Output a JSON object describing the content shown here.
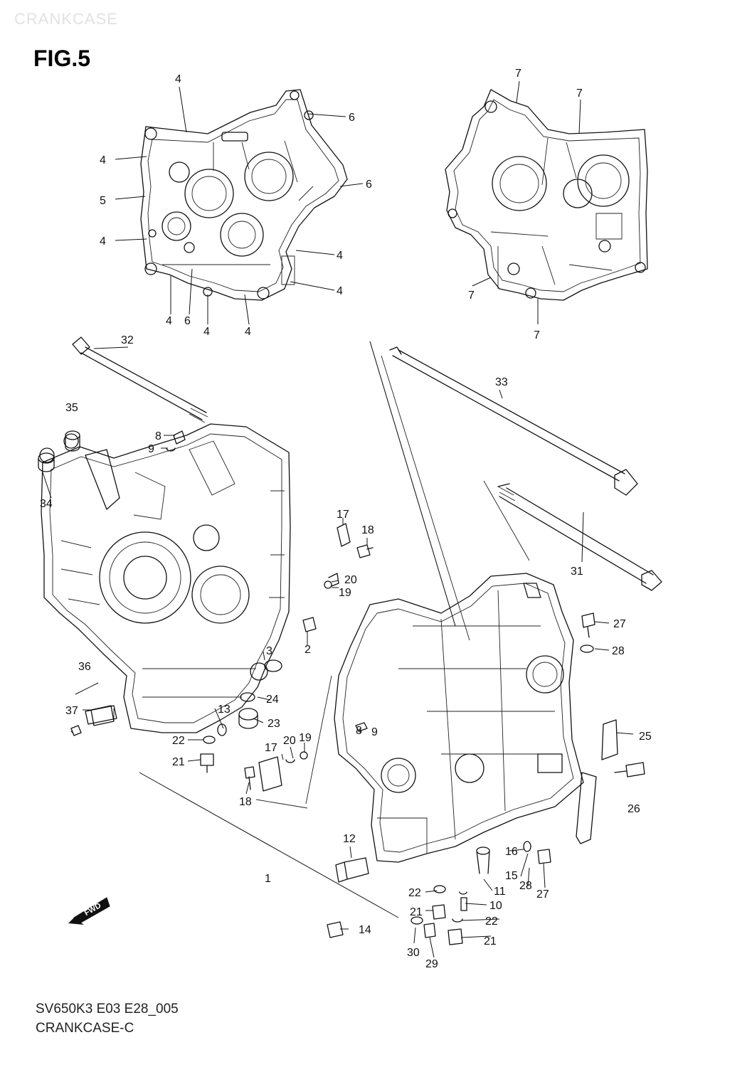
{
  "header": {
    "watermark": "CRANKCASE",
    "figure_label": "FIG.5"
  },
  "footer": {
    "code": "SV650K3 E03 E28_005",
    "title": "CRANKCASE-C"
  },
  "badge": {
    "fwd_label": "FWD"
  },
  "callouts": [
    "4",
    "4",
    "5",
    "4",
    "6",
    "6",
    "4",
    "4",
    "4",
    "6",
    "4",
    "4",
    "7",
    "7",
    "7",
    "7",
    "32",
    "33",
    "35",
    "34",
    "8",
    "9",
    "17",
    "18",
    "20",
    "19",
    "31",
    "27",
    "28",
    "3",
    "2",
    "36",
    "37",
    "24",
    "13",
    "23",
    "22",
    "21",
    "17",
    "20",
    "19",
    "18",
    "8",
    "9",
    "25",
    "26",
    "12",
    "16",
    "15",
    "28",
    "27",
    "11",
    "22",
    "10",
    "22",
    "21",
    "1",
    "14",
    "30",
    "29",
    "21"
  ]
}
